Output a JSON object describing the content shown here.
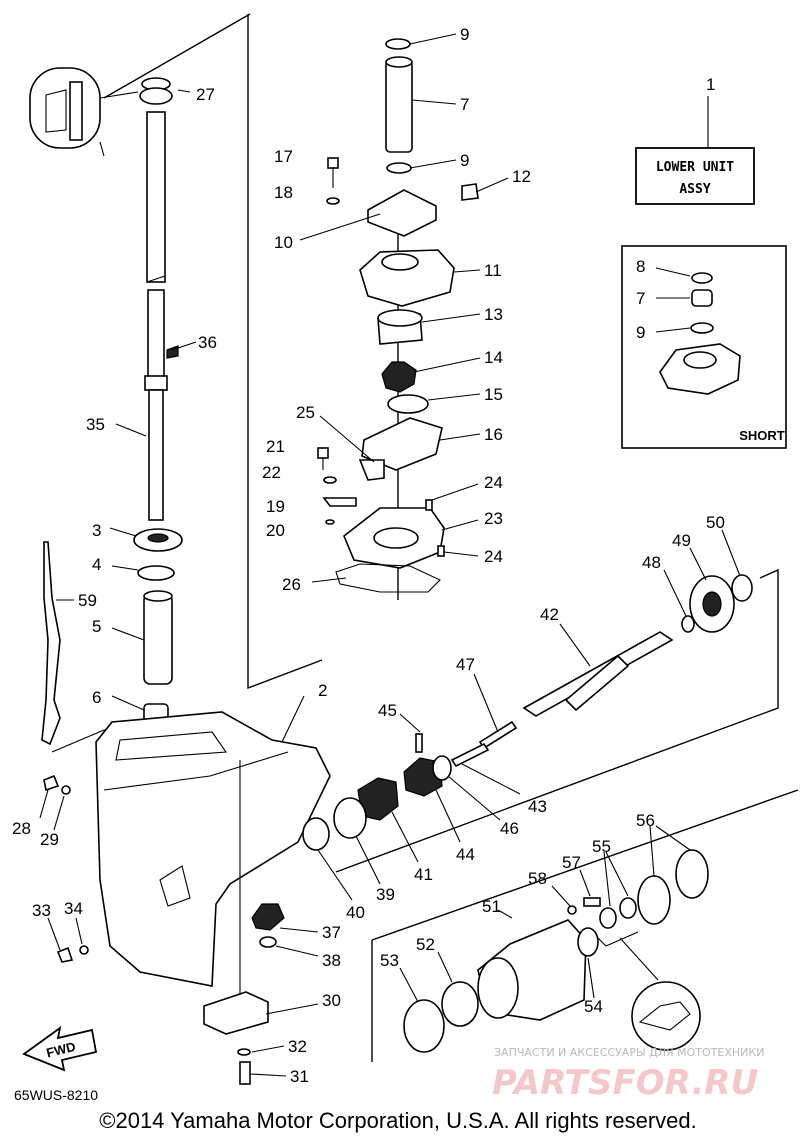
{
  "title_box": {
    "line1": "LOWER UNIT",
    "line2": "ASSY"
  },
  "inset_label": "SHORT",
  "fwd_label": "FWD",
  "diagram_code": "65WUS-8210",
  "copyright": "©2014 Yamaha Motor Corporation, U.S.A. All rights reserved.",
  "watermark": {
    "tagline": "ЗАПЧАСТИ И АКСЕССУАРЫ ДЛЯ МОТОТЕХНИКИ",
    "brand": "PARTSFOR.RU"
  },
  "callouts": [
    {
      "id": "c1",
      "text": "1"
    },
    {
      "id": "c2",
      "text": "2"
    },
    {
      "id": "c3",
      "text": "3"
    },
    {
      "id": "c4",
      "text": "4"
    },
    {
      "id": "c5",
      "text": "5"
    },
    {
      "id": "c6",
      "text": "6"
    },
    {
      "id": "c7",
      "text": "7"
    },
    {
      "id": "c7b",
      "text": "7"
    },
    {
      "id": "c8",
      "text": "8"
    },
    {
      "id": "c9a",
      "text": "9"
    },
    {
      "id": "c9b",
      "text": "9"
    },
    {
      "id": "c9c",
      "text": "9"
    },
    {
      "id": "c10",
      "text": "10"
    },
    {
      "id": "c11",
      "text": "11"
    },
    {
      "id": "c12",
      "text": "12"
    },
    {
      "id": "c13",
      "text": "13"
    },
    {
      "id": "c14",
      "text": "14"
    },
    {
      "id": "c15",
      "text": "15"
    },
    {
      "id": "c16",
      "text": "16"
    },
    {
      "id": "c17",
      "text": "17"
    },
    {
      "id": "c18",
      "text": "18"
    },
    {
      "id": "c19",
      "text": "19"
    },
    {
      "id": "c20",
      "text": "20"
    },
    {
      "id": "c21",
      "text": "21"
    },
    {
      "id": "c22",
      "text": "22"
    },
    {
      "id": "c23",
      "text": "23"
    },
    {
      "id": "c24a",
      "text": "24"
    },
    {
      "id": "c24b",
      "text": "24"
    },
    {
      "id": "c25",
      "text": "25"
    },
    {
      "id": "c26",
      "text": "26"
    },
    {
      "id": "c27",
      "text": "27"
    },
    {
      "id": "c28",
      "text": "28"
    },
    {
      "id": "c29",
      "text": "29"
    },
    {
      "id": "c30",
      "text": "30"
    },
    {
      "id": "c31",
      "text": "31"
    },
    {
      "id": "c32",
      "text": "32"
    },
    {
      "id": "c33",
      "text": "33"
    },
    {
      "id": "c34",
      "text": "34"
    },
    {
      "id": "c35",
      "text": "35"
    },
    {
      "id": "c36",
      "text": "36"
    },
    {
      "id": "c37",
      "text": "37"
    },
    {
      "id": "c38",
      "text": "38"
    },
    {
      "id": "c39",
      "text": "39"
    },
    {
      "id": "c40",
      "text": "40"
    },
    {
      "id": "c41",
      "text": "41"
    },
    {
      "id": "c42",
      "text": "42"
    },
    {
      "id": "c43",
      "text": "43"
    },
    {
      "id": "c44",
      "text": "44"
    },
    {
      "id": "c45",
      "text": "45"
    },
    {
      "id": "c46",
      "text": "46"
    },
    {
      "id": "c47",
      "text": "47"
    },
    {
      "id": "c48",
      "text": "48"
    },
    {
      "id": "c49",
      "text": "49"
    },
    {
      "id": "c50",
      "text": "50"
    },
    {
      "id": "c51",
      "text": "51"
    },
    {
      "id": "c52",
      "text": "52"
    },
    {
      "id": "c53",
      "text": "53"
    },
    {
      "id": "c54",
      "text": "54"
    },
    {
      "id": "c55",
      "text": "55"
    },
    {
      "id": "c56",
      "text": "56"
    },
    {
      "id": "c57",
      "text": "57"
    },
    {
      "id": "c58",
      "text": "58"
    },
    {
      "id": "c59",
      "text": "59"
    }
  ]
}
